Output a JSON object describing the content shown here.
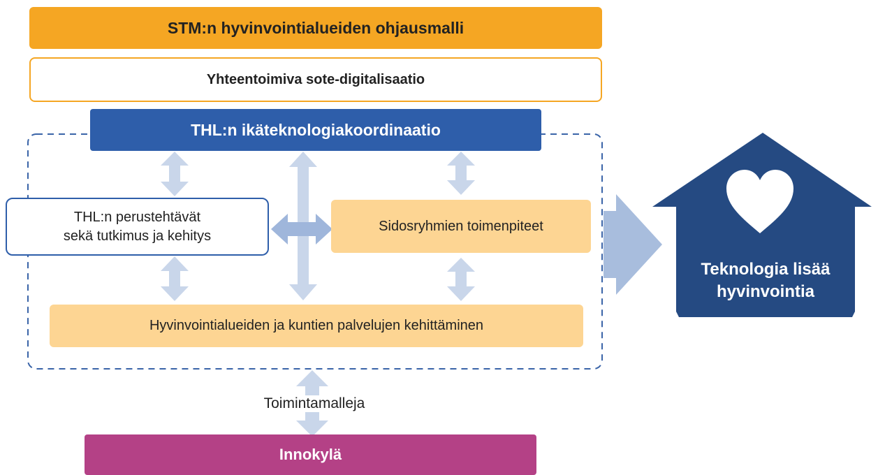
{
  "boxes": {
    "stm": "STM:n hyvinvointialueiden ohjausmalli",
    "sote": "Yhteentoimiva sote-digitalisaatio",
    "thl_coord": "THL:n ikäteknologiakoordinaatio",
    "thl_basic_line1": "THL:n perustehtävät",
    "thl_basic_line2": "sekä tutkimus ja kehitys",
    "stakeholders": "Sidosryhmien toimenpiteet",
    "services": "Hyvinvointialueiden ja kuntien palvelujen kehittäminen",
    "innokyla": "Innokylä"
  },
  "labels": {
    "models": "Toimintamalleja"
  },
  "house": {
    "line1": "Teknologia lisää",
    "line2": "hyvinvointia",
    "icon": "heart-icon"
  },
  "colors": {
    "orange": "#F5A623",
    "orange_border": "#F5A623",
    "dark_blue": "#2E5EAA",
    "light_orange": "#FDD593",
    "purple": "#B44186",
    "house_blue": "#254A82",
    "arrow_light": "#C9D6EA",
    "arrow_mid": "#9FB6DB",
    "dash_blue": "#3A64A8"
  }
}
